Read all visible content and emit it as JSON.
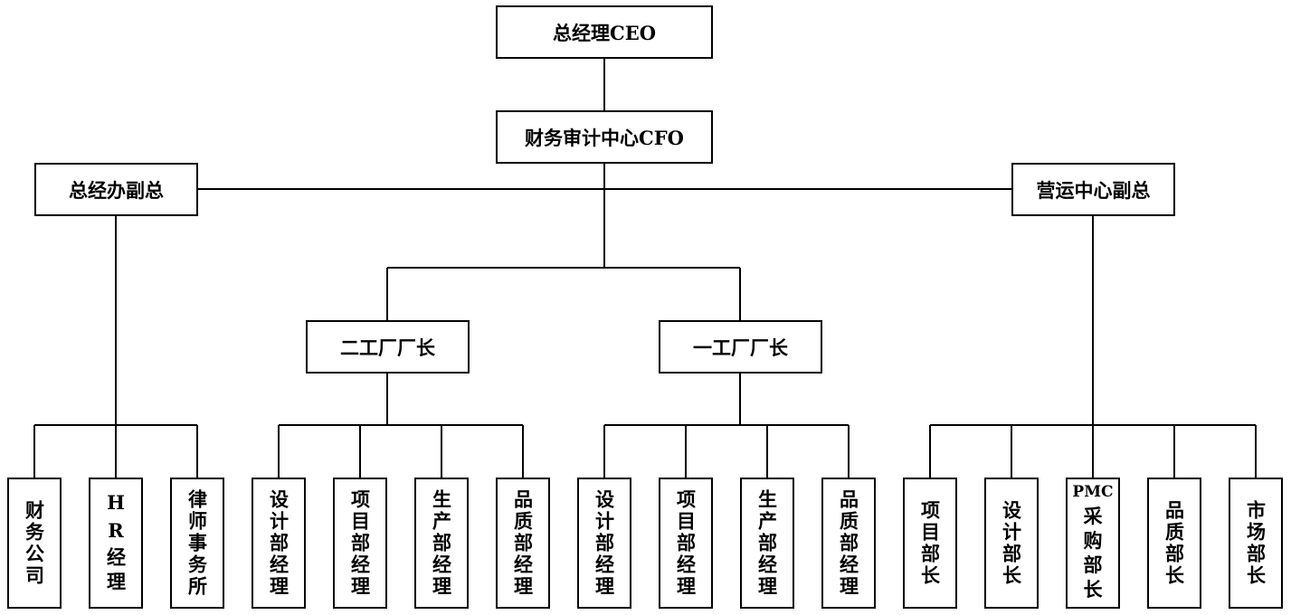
{
  "chart": {
    "ceo": "总经理CEO",
    "cfo": "财务审计中心CFO",
    "vp_office": "总经办副总",
    "vp_ops": "营运中心副总",
    "factory2": "二工厂厂长",
    "factory1": "一工厂厂长",
    "office_units": [
      "财务公司",
      "HR经理",
      "律师事务所"
    ],
    "factory2_units": [
      "设计部经理",
      "项目部经理",
      "生产部经理",
      "品质部经理"
    ],
    "factory1_units": [
      "设计部经理",
      "项目部经理",
      "生产部经理",
      "品质部经理"
    ],
    "ops_units": [
      "项目部长",
      "设计部长",
      "PMC",
      "采购部长",
      "品质部长",
      "市场部长"
    ]
  }
}
